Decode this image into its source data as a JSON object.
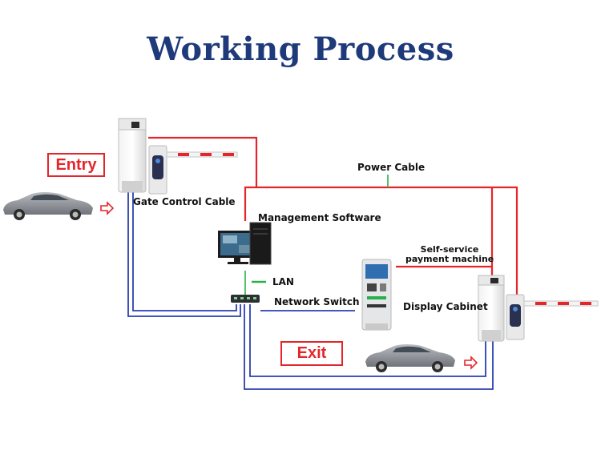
{
  "title": "Working Process",
  "labels": {
    "entry": "Entry",
    "exit": "Exit",
    "power_cable": "Power Cable",
    "gate_control_cable": "Gate Control Cable",
    "management_software": "Management Software",
    "lan": "LAN",
    "network_switch": "Network Switch",
    "self_service_line1": "Self-service",
    "self_service_line2": "payment machine",
    "display_cabinet": "Display Cabinet"
  },
  "colors": {
    "title": "#1f3a7a",
    "power": "#e4262b",
    "network": "#2a3fb2",
    "lan": "#27b14a",
    "label_box": "#e4262b",
    "car": "#8a8e94"
  },
  "icons": [
    "car-icon",
    "arrow-right-icon",
    "gate-terminal-icon",
    "barrier-gate-icon",
    "computer-icon",
    "network-switch-icon",
    "payment-kiosk-icon"
  ]
}
